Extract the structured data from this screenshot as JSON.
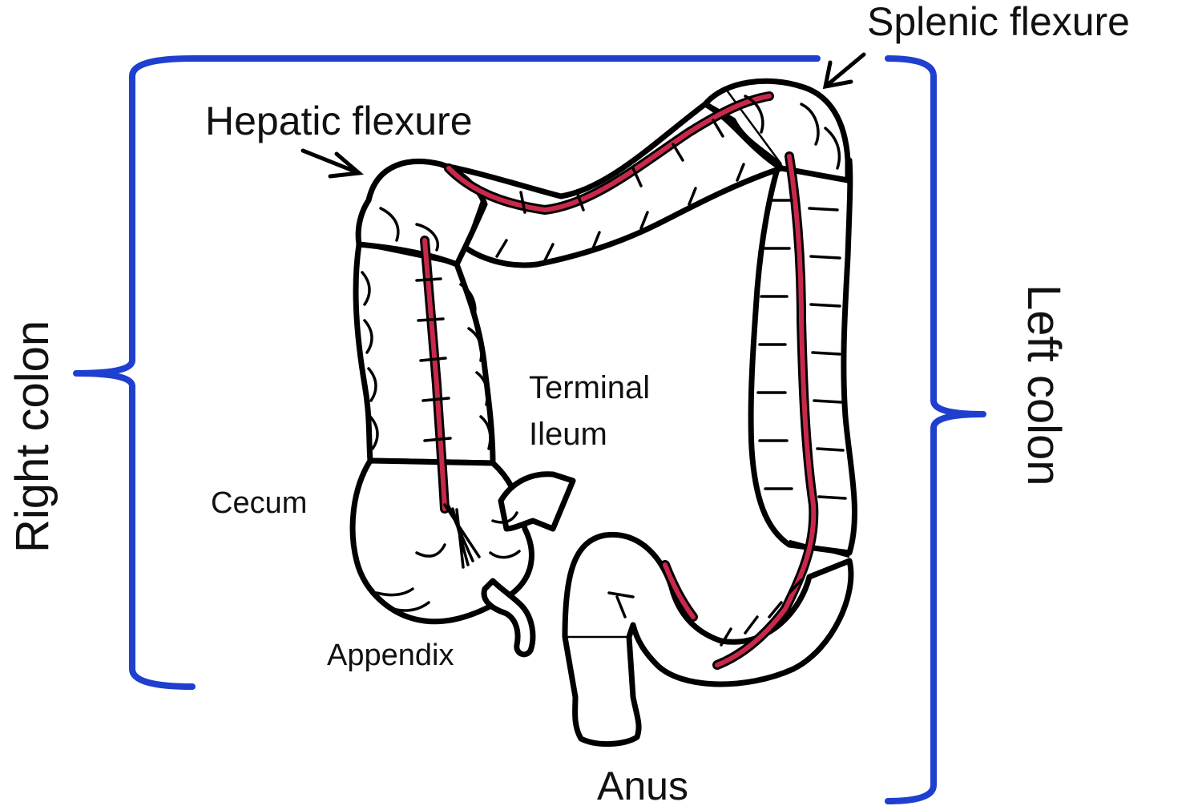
{
  "diagram": {
    "labels": {
      "splenic_flexure": "Splenic flexure",
      "hepatic_flexure": "Hepatic flexure",
      "terminal_ileum_line1": "Terminal",
      "terminal_ileum_line2": "Ileum",
      "cecum": "Cecum",
      "appendix": "Appendix",
      "anus": "Anus",
      "right_colon": "Right colon",
      "left_colon": "Left colon"
    },
    "colors": {
      "bracket": "#1f3fcf",
      "taenia": "#c8294a",
      "outline": "#000000",
      "background": "#ffffff"
    }
  }
}
